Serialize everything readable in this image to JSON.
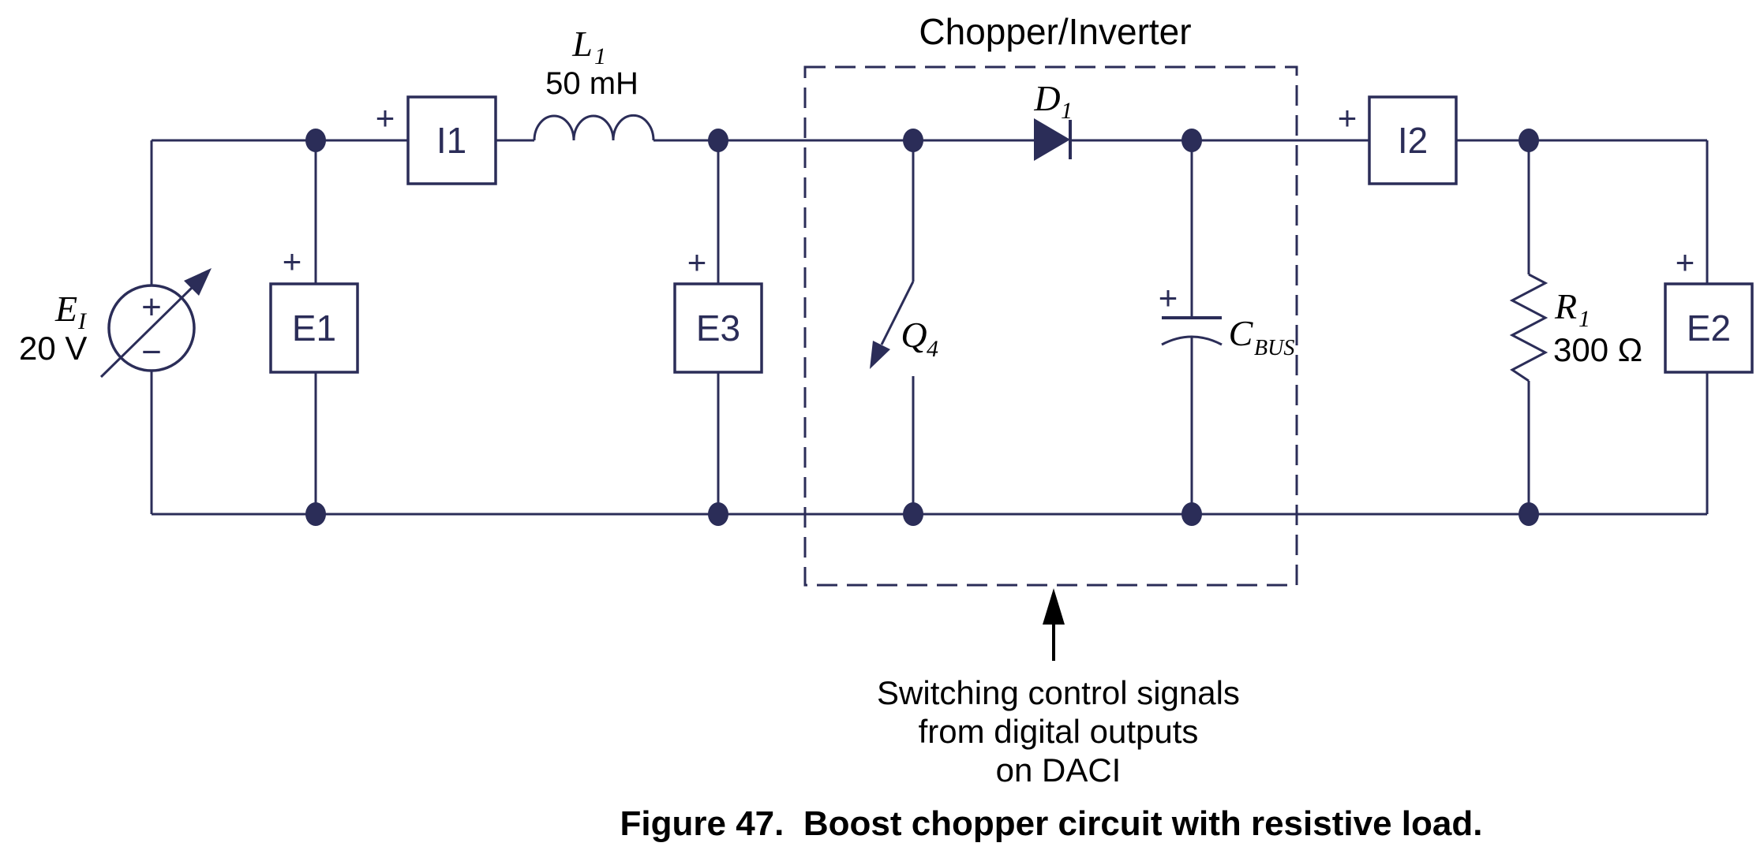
{
  "colors": {
    "wire": "#2b2d58",
    "text": "#000000",
    "background": "#ffffff"
  },
  "title": "Chopper/Inverter",
  "caption": "Figure 47.  Boost chopper circuit with resistive load.",
  "annotation": {
    "line1": "Switching control signals",
    "line2": "from digital outputs",
    "line3": "on DACI"
  },
  "source": {
    "label_base": "E",
    "label_sub": "I",
    "value": "20 V",
    "plus": "+",
    "minus": "−"
  },
  "meters": {
    "i1": {
      "label": "I1",
      "polarity": "+"
    },
    "e1": {
      "label": "E1",
      "polarity": "+"
    },
    "e3": {
      "label": "E3",
      "polarity": "+"
    },
    "i2": {
      "label": "I2",
      "polarity": "+"
    },
    "e2": {
      "label": "E2",
      "polarity": "+"
    }
  },
  "components": {
    "inductor": {
      "label_base": "L",
      "label_sub": "1",
      "value": "50 mH"
    },
    "diode": {
      "label_base": "D",
      "label_sub": "1"
    },
    "switch": {
      "label_base": "Q",
      "label_sub": "4"
    },
    "capacitor": {
      "label_base": "C",
      "label_sub": "BUS",
      "polarity": "+"
    },
    "resistor": {
      "label_base": "R",
      "label_sub": "1",
      "value": "300 Ω"
    }
  }
}
